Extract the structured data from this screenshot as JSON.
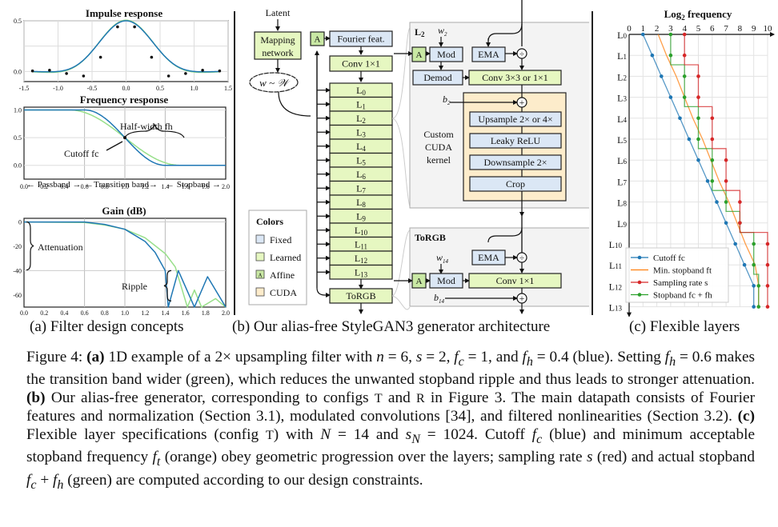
{
  "panel_a": {
    "caption": "(a) Filter design concepts",
    "impulse": {
      "title": "Impulse response",
      "xticks": [
        "-1.5",
        "-1.0",
        "-0.5",
        "0.0",
        "0.5",
        "1.0",
        "1.5"
      ],
      "yticks": [
        "0.0",
        "0.5"
      ]
    },
    "freq": {
      "title": "Frequency response",
      "xticks": [
        "0.0",
        "0.2",
        "0.4",
        "0.6",
        "0.8",
        "1.0",
        "1.2",
        "1.4",
        "1.6",
        "1.8",
        "2.0"
      ],
      "yticks": [
        "0.0",
        "0.5",
        "1.0"
      ],
      "half_width_label": "Half-width fh",
      "cutoff_label": "Cutoff fc",
      "passband_label": "← Passband →",
      "transition_label": "←Transition band→",
      "stopband_label": "← Stopband →"
    },
    "gain": {
      "title": "Gain (dB)",
      "xticks": [
        "0.0",
        "0.2",
        "0.4",
        "0.6",
        "0.8",
        "1.0",
        "1.2",
        "1.4",
        "1.6",
        "1.8",
        "2.0"
      ],
      "yticks": [
        "0",
        "-20",
        "-40",
        "-60"
      ],
      "attenuation_label": "Attenuation",
      "ripple_label": "Ripple"
    }
  },
  "panel_b": {
    "caption": "(b) Our alias-free StyleGAN3 generator architecture",
    "latent": "Latent",
    "mapping_line1": "Mapping",
    "mapping_line2": "network",
    "w_label": "w ~ 𝒲",
    "affine": "A",
    "fourier": "Fourier feat.",
    "conv1x1": "Conv 1×1",
    "layers": [
      "L0",
      "L1",
      "L2",
      "L3",
      "L4",
      "L5",
      "L6",
      "L7",
      "L8",
      "L9",
      "L10",
      "L11",
      "L12",
      "L13"
    ],
    "torgb": "ToRGB",
    "legend": {
      "title": "Colors",
      "items": [
        {
          "label": "Fixed",
          "color": "#dbe7f5"
        },
        {
          "label": "Learned",
          "color": "#e6f7c1"
        },
        {
          "label": "Affine",
          "color": "#c9e8a4"
        },
        {
          "label": "CUDA",
          "color": "#fdeccb"
        }
      ]
    },
    "l2_block": {
      "title": "L2",
      "w_label": "w2",
      "b_label": "b2",
      "affine": "A",
      "mod": "Mod",
      "ema": "EMA",
      "demod": "Demod",
      "conv": "Conv 3×3 or 1×1",
      "cuda_label": [
        "Custom",
        "CUDA",
        "kernel"
      ],
      "upsample": "Upsample 2× or 4×",
      "leaky": "Leaky ReLU",
      "downsample": "Downsample 2×",
      "crop": "Crop"
    },
    "torgb_block": {
      "title": "ToRGB",
      "w_label": "w14",
      "b_label": "b14",
      "affine": "A",
      "mod": "Mod",
      "ema": "EMA",
      "conv": "Conv 1×1"
    },
    "colors": {
      "fixed": "#dbe7f5",
      "learned": "#e6f7c1",
      "affine": "#c9e8a4",
      "cuda": "#fdeccb",
      "panel_bg": "#f3f3f3"
    }
  },
  "panel_c": {
    "caption": "(c) Flexible layers"
  },
  "chart_data": [
    {
      "type": "line",
      "title": "Impulse response",
      "xlim": [
        -1.5,
        1.5
      ],
      "ylim": [
        -0.1,
        0.5
      ],
      "xticks": [
        -1.5,
        -1.0,
        -0.5,
        0.0,
        0.5,
        1.0,
        1.5
      ],
      "yticks": [
        0.0,
        0.5
      ],
      "grid": true,
      "series": [
        {
          "name": "fh=0.4",
          "color": "#1f77b4",
          "x": [
            -1.375,
            -1.125,
            -0.875,
            -0.625,
            -0.375,
            -0.125,
            0.125,
            0.375,
            0.625,
            0.875,
            1.125,
            1.375
          ],
          "y": [
            0.005,
            0.012,
            -0.02,
            -0.045,
            0.14,
            0.44,
            0.44,
            0.14,
            -0.045,
            -0.02,
            0.012,
            0.005
          ]
        },
        {
          "name": "fh=0.6",
          "color": "#98df8a"
        }
      ]
    },
    {
      "type": "line",
      "title": "Frequency response",
      "xlim": [
        0.0,
        2.0
      ],
      "ylim": [
        -0.25,
        1.05
      ],
      "xticks": [
        0.0,
        0.2,
        0.4,
        0.6,
        0.8,
        1.0,
        1.2,
        1.4,
        1.6,
        1.8,
        2.0
      ],
      "yticks": [
        0.0,
        0.5,
        1.0
      ],
      "grid": true,
      "series": [
        {
          "name": "fh=0.4",
          "color": "#1f77b4",
          "x": [
            0.0,
            0.4,
            0.6,
            0.8,
            1.0,
            1.2,
            1.4,
            1.6,
            2.0
          ],
          "y": [
            1.0,
            1.0,
            0.99,
            0.85,
            0.5,
            0.15,
            0.01,
            0.0,
            0.0
          ]
        },
        {
          "name": "fh=0.6",
          "color": "#98df8a",
          "x": [
            0.0,
            0.2,
            0.4,
            0.6,
            0.8,
            1.0,
            1.2,
            1.4,
            1.6,
            2.0
          ],
          "y": [
            1.0,
            1.0,
            0.99,
            0.95,
            0.8,
            0.5,
            0.2,
            0.05,
            0.0,
            0.0
          ]
        }
      ],
      "annotations": [
        "Half-width fh",
        "Cutoff fc",
        "Passband",
        "Transition band",
        "Stopband"
      ]
    },
    {
      "type": "line",
      "title": "Gain (dB)",
      "xlim": [
        0.0,
        2.0
      ],
      "ylim": [
        -70,
        3
      ],
      "xticks": [
        0.0,
        0.2,
        0.4,
        0.6,
        0.8,
        1.0,
        1.2,
        1.4,
        1.6,
        1.8,
        2.0
      ],
      "yticks": [
        0,
        -20,
        -40,
        -60
      ],
      "grid": true,
      "series": [
        {
          "name": "fh=0.4",
          "color": "#1f77b4",
          "x": [
            0.0,
            0.6,
            0.8,
            1.0,
            1.2,
            1.3,
            1.4,
            1.43,
            1.53,
            1.69,
            1.82,
            2.0
          ],
          "y": [
            0,
            0,
            -2,
            -6,
            -16,
            -25,
            -40,
            -70,
            -40,
            -70,
            -45,
            -70
          ]
        },
        {
          "name": "fh=0.6",
          "color": "#98df8a",
          "x": [
            0.0,
            0.6,
            0.8,
            1.0,
            1.2,
            1.4,
            1.5,
            1.62,
            1.69,
            1.76,
            1.9,
            2.0
          ],
          "y": [
            0,
            -0.5,
            -2.5,
            -6,
            -13,
            -26,
            -37,
            -70,
            -56,
            -70,
            -63,
            -70
          ]
        }
      ],
      "annotations": [
        "Attenuation",
        "Ripple"
      ]
    },
    {
      "type": "line",
      "title": "Log2 frequency",
      "xlim": [
        0,
        10
      ],
      "xticks": [
        0,
        1,
        2,
        3,
        4,
        5,
        6,
        7,
        8,
        9,
        10
      ],
      "categories": [
        "L0",
        "L1",
        "L2",
        "L3",
        "L4",
        "L5",
        "L6",
        "L7",
        "L8",
        "L9",
        "L10",
        "L11",
        "L12",
        "L13"
      ],
      "grid": true,
      "legend_position": "bottom-left",
      "series": [
        {
          "name": "Cutoff fc",
          "color": "#1f77b4",
          "values": [
            1,
            1.67,
            2.33,
            3,
            3.67,
            4.33,
            5,
            5.67,
            6.33,
            7,
            7.67,
            8.33,
            9,
            9
          ]
        },
        {
          "name": "Min. stopband ft",
          "color": "#ff7f0e",
          "values": [
            2.1,
            2.7,
            3.4,
            4.0,
            4.6,
            5.3,
            5.9,
            6.5,
            7.2,
            7.8,
            8.4,
            9.1,
            9.35,
            9.35
          ]
        },
        {
          "name": "Sampling rate s",
          "color": "#d62728",
          "values": [
            4,
            4,
            5,
            5,
            6,
            6,
            7,
            7,
            8,
            8,
            10,
            10,
            10,
            10
          ]
        },
        {
          "name": "Stopband fc + fh",
          "color": "#2ca02c",
          "values": [
            3,
            3,
            4,
            4,
            5,
            5,
            6,
            6,
            7,
            8,
            9,
            9,
            9.35,
            9.35
          ]
        }
      ]
    }
  ]
}
